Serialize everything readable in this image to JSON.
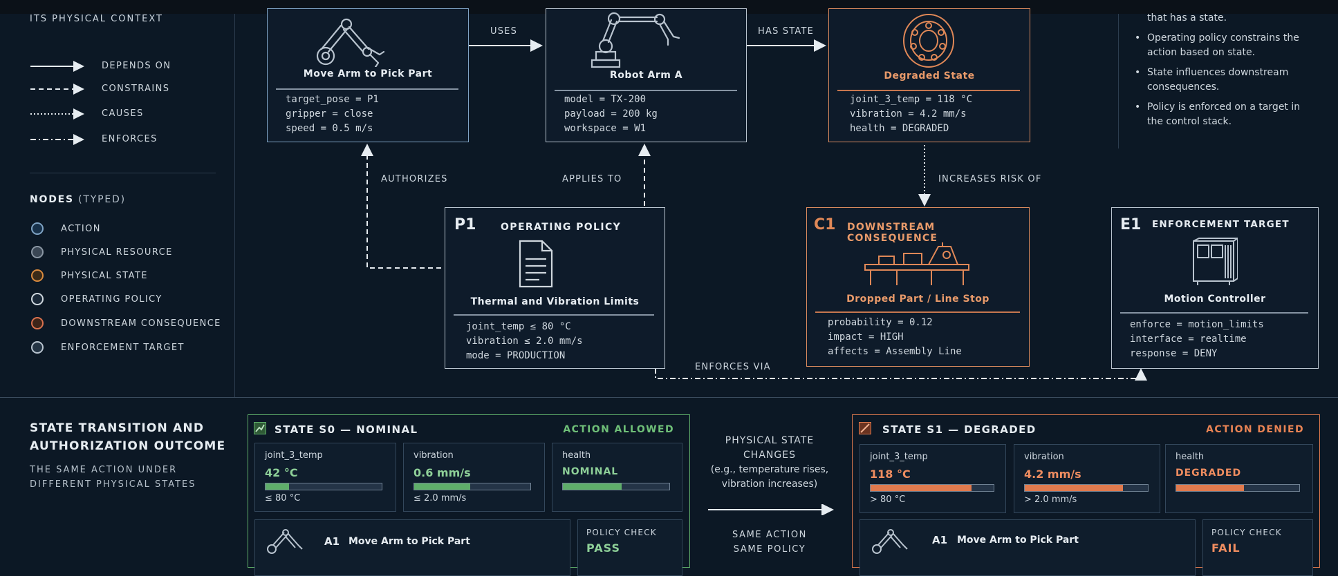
{
  "legend": {
    "context_tail": "ITS PHYSICAL CONTEXT",
    "edges": [
      {
        "label": "DEPENDS ON",
        "style": "solid"
      },
      {
        "label": "CONSTRAINS",
        "style": "dashed"
      },
      {
        "label": "CAUSES",
        "style": "dotted"
      },
      {
        "label": "ENFORCES",
        "style": "dashdot"
      }
    ],
    "nodes_heading": "NODES",
    "nodes_heading_suffix": "(TYPED)",
    "nodes": [
      {
        "label": "ACTION",
        "color": "#7fa3c4"
      },
      {
        "label": "PHYSICAL RESOURCE",
        "color": "#8a96a3"
      },
      {
        "label": "PHYSICAL STATE",
        "color": "#d98a3e"
      },
      {
        "label": "OPERATING POLICY",
        "color": "#cfd7de"
      },
      {
        "label": "DOWNSTREAM CONSEQUENCE",
        "color": "#d9714e"
      },
      {
        "label": "ENFORCEMENT TARGET",
        "color": "#b9c4cf"
      }
    ]
  },
  "graph": {
    "action": {
      "title": "Move Arm to Pick Part",
      "props": [
        "target_pose = P1",
        "gripper = close",
        "speed = 0.5 m/s"
      ]
    },
    "resource": {
      "title": "Robot Arm A",
      "props": [
        "model = TX-200",
        "payload = 200 kg",
        "workspace = W1"
      ]
    },
    "state": {
      "title": "Degraded State",
      "props": [
        "joint_3_temp = 118 °C",
        "vibration = 4.2 mm/s",
        "health = DEGRADED"
      ]
    },
    "policy": {
      "code": "P1",
      "kind": "OPERATING POLICY",
      "title": "Thermal and Vibration Limits",
      "props": [
        "joint_temp ≤ 80 °C",
        "vibration ≤ 2.0 mm/s",
        "mode = PRODUCTION"
      ]
    },
    "consequence": {
      "code": "C1",
      "kind": "DOWNSTREAM CONSEQUENCE",
      "title": "Dropped Part / Line Stop",
      "props": [
        "probability = 0.12",
        "impact = HIGH",
        "affects = Assembly Line"
      ]
    },
    "enforcement": {
      "code": "E1",
      "kind": "ENFORCEMENT TARGET",
      "title": "Motion Controller",
      "props": [
        "enforce = motion_limits",
        "interface = realtime",
        "response = DENY"
      ]
    },
    "edges": {
      "uses": "USES",
      "has_state": "HAS STATE",
      "authorizes": "AUTHORIZES",
      "applies_to": "APPLIES TO",
      "increases_risk": "INCREASES RISK OF",
      "enforces_via": "ENFORCES VIA"
    }
  },
  "notes": [
    "that has a state.",
    "Operating policy constrains the action based on state.",
    "State influences downstream consequences.",
    "Policy is enforced on a target in the control stack."
  ],
  "transition": {
    "heading_1": "STATE TRANSITION AND",
    "heading_2": "AUTHORIZATION OUTCOME",
    "sub_1": "THE SAME ACTION UNDER",
    "sub_2": "DIFFERENT PHYSICAL STATES",
    "middle_1": "PHYSICAL STATE",
    "middle_2": "CHANGES",
    "middle_3": "(e.g., temperature rises,",
    "middle_4": "vibration increases)",
    "same_1": "SAME ACTION",
    "same_2": "SAME POLICY",
    "s0": {
      "title": "STATE S0 — NOMINAL",
      "outcome": "ACTION ALLOWED",
      "accent": "#5fae6a",
      "cells": [
        {
          "key": "joint_3_temp",
          "value": "42 °C",
          "threshold": "≤ 80 °C",
          "fill": 0.2
        },
        {
          "key": "vibration",
          "value": "0.6 mm/s",
          "threshold": "≤ 2.0 mm/s",
          "fill": 0.48
        },
        {
          "key": "health",
          "value": "NOMINAL",
          "threshold": "",
          "fill": 0.55
        }
      ],
      "action_code": "A1",
      "action_title": "Move Arm to Pick Part",
      "check_label": "POLICY CHECK",
      "check_value": "PASS"
    },
    "s1": {
      "title": "STATE S1 — DEGRADED",
      "outcome": "ACTION DENIED",
      "accent": "#e07a4e",
      "cells": [
        {
          "key": "joint_3_temp",
          "value": "118 °C",
          "threshold": "> 80 °C",
          "fill": 0.82
        },
        {
          "key": "vibration",
          "value": "4.2 mm/s",
          "threshold": "> 2.0 mm/s",
          "fill": 0.8
        },
        {
          "key": "health",
          "value": "DEGRADED",
          "threshold": "",
          "fill": 0.55
        }
      ],
      "action_code": "A1",
      "action_title": "Move Arm to Pick Part",
      "check_label": "POLICY CHECK",
      "check_value": "FAIL"
    }
  }
}
